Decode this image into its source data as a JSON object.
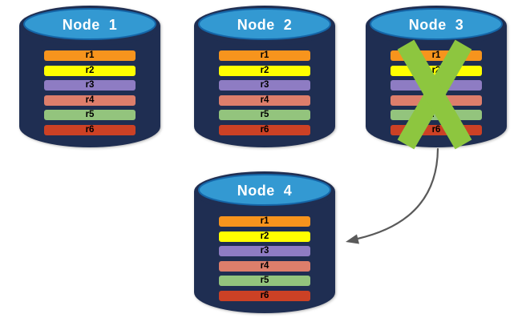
{
  "diagram": {
    "nodes": [
      {
        "id": "node-1",
        "label": "Node  1",
        "failed": false
      },
      {
        "id": "node-2",
        "label": "Node  2",
        "failed": false
      },
      {
        "id": "node-3",
        "label": "Node  3",
        "failed": true
      },
      {
        "id": "node-4",
        "label": "Node  4",
        "failed": false
      }
    ],
    "rows": [
      {
        "label": "r1",
        "color": "#F7941D"
      },
      {
        "label": "r2",
        "color": "#FFFF00"
      },
      {
        "label": "r3",
        "color": "#8E7CC3"
      },
      {
        "label": "r4",
        "color": "#DD7E6B"
      },
      {
        "label": "r5",
        "color": "#93C47D"
      },
      {
        "label": "r6",
        "color": "#CC4125"
      }
    ],
    "arrow": {
      "from": "Node  3",
      "to": "Node  4"
    },
    "colors": {
      "cylinder_body": "#1F2E52",
      "cylinder_top": "#3399D2",
      "cylinder_top_stroke": "#1566A8",
      "failure_x": "#8DC63F",
      "arrow": "#5A5A5A",
      "row_text": "#000000",
      "title_text": "#FFFFFF"
    }
  }
}
